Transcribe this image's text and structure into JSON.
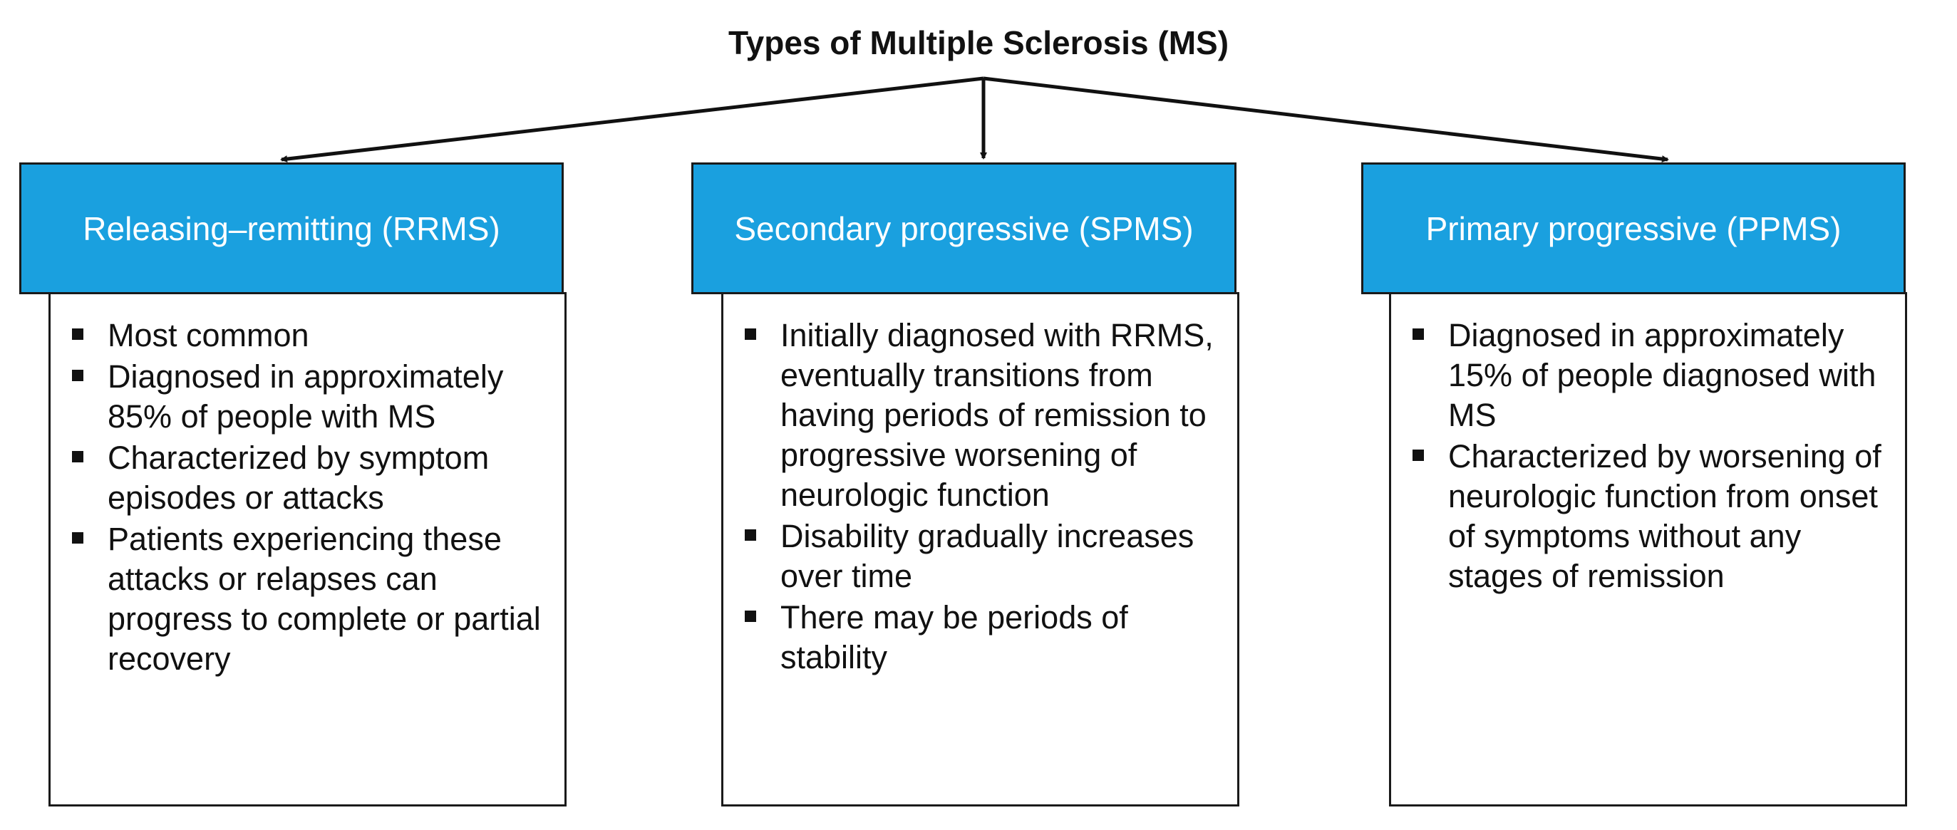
{
  "title": "Types of Multiple Sclerosis (MS)",
  "colors": {
    "header_fill": "#1aa0df",
    "border": "#1a1a1a",
    "header_text": "#ffffff"
  },
  "types": [
    {
      "name": "Releasing–remitting (RRMS)",
      "bullets": [
        "Most common",
        "Diagnosed in approximately 85% of people with MS",
        "Characterized by symptom episodes or attacks",
        "Patients experiencing these attacks or relapses can progress to complete or partial recovery"
      ]
    },
    {
      "name": "Secondary progressive (SPMS)",
      "bullets": [
        "Initially diagnosed with RRMS, eventually transitions from having periods of remission to progressive worsening of neurologic function",
        "Disability gradually increases over time",
        "There may be periods of stability"
      ]
    },
    {
      "name": "Primary progressive (PPMS)",
      "bullets": [
        "Diagnosed in approximately 15% of people diagnosed with MS",
        "Characterized by worsening of neurologic function from onset of symptoms without any stages of remission"
      ]
    }
  ]
}
